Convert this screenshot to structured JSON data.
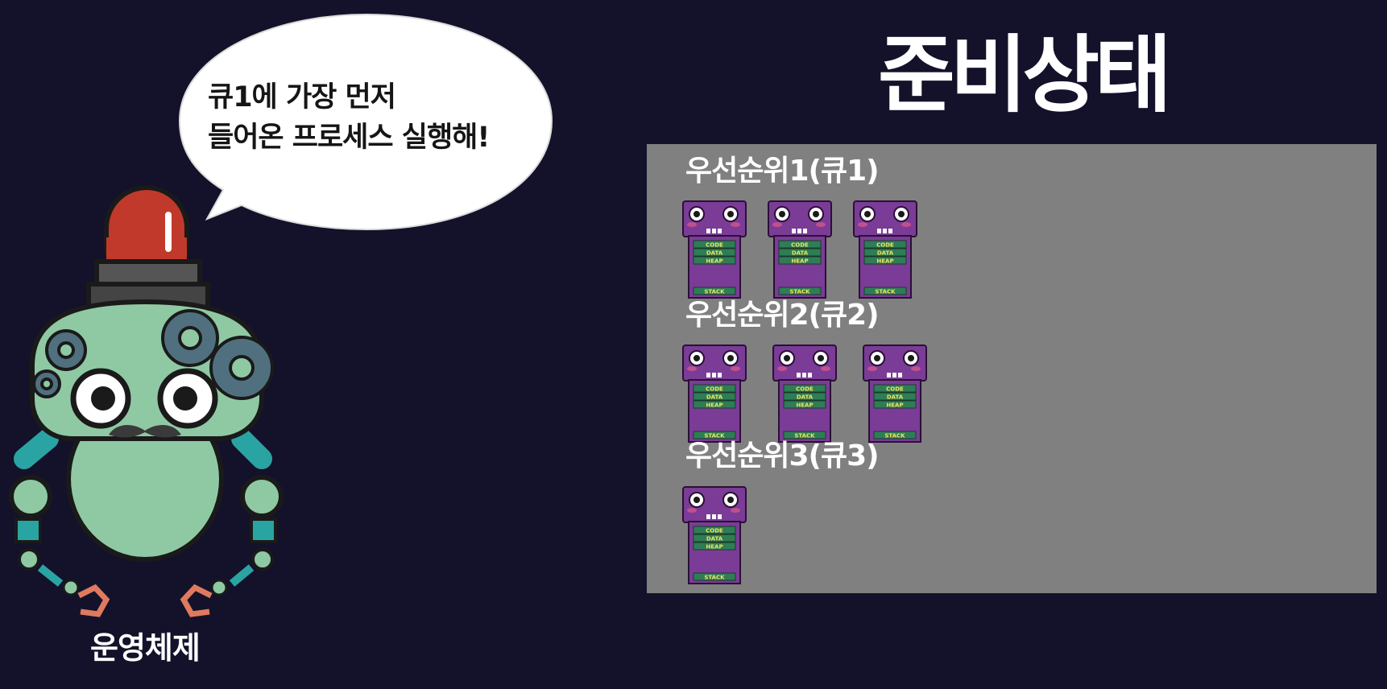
{
  "title": "준비상태",
  "speech_bubble": {
    "line1": "큐1에 가장 먼저",
    "line2": "들어온 프로세스 실행해!"
  },
  "os_label": "운영체제",
  "queues": [
    {
      "label": "우선순위1(큐1)",
      "process_count": 3
    },
    {
      "label": "우선순위2(큐2)",
      "process_count": 3
    },
    {
      "label": "우선순위3(큐3)",
      "process_count": 1
    }
  ],
  "process_sections": [
    "CODE",
    "DATA",
    "HEAP",
    "STACK"
  ],
  "colors": {
    "background": "#13122a",
    "panel": "#808080",
    "process_body": "#7a3c96",
    "process_segment": "#2e7d57",
    "process_text": "#f5e35a",
    "robot_body": "#8fc9a3",
    "siren": "#c0392b"
  }
}
